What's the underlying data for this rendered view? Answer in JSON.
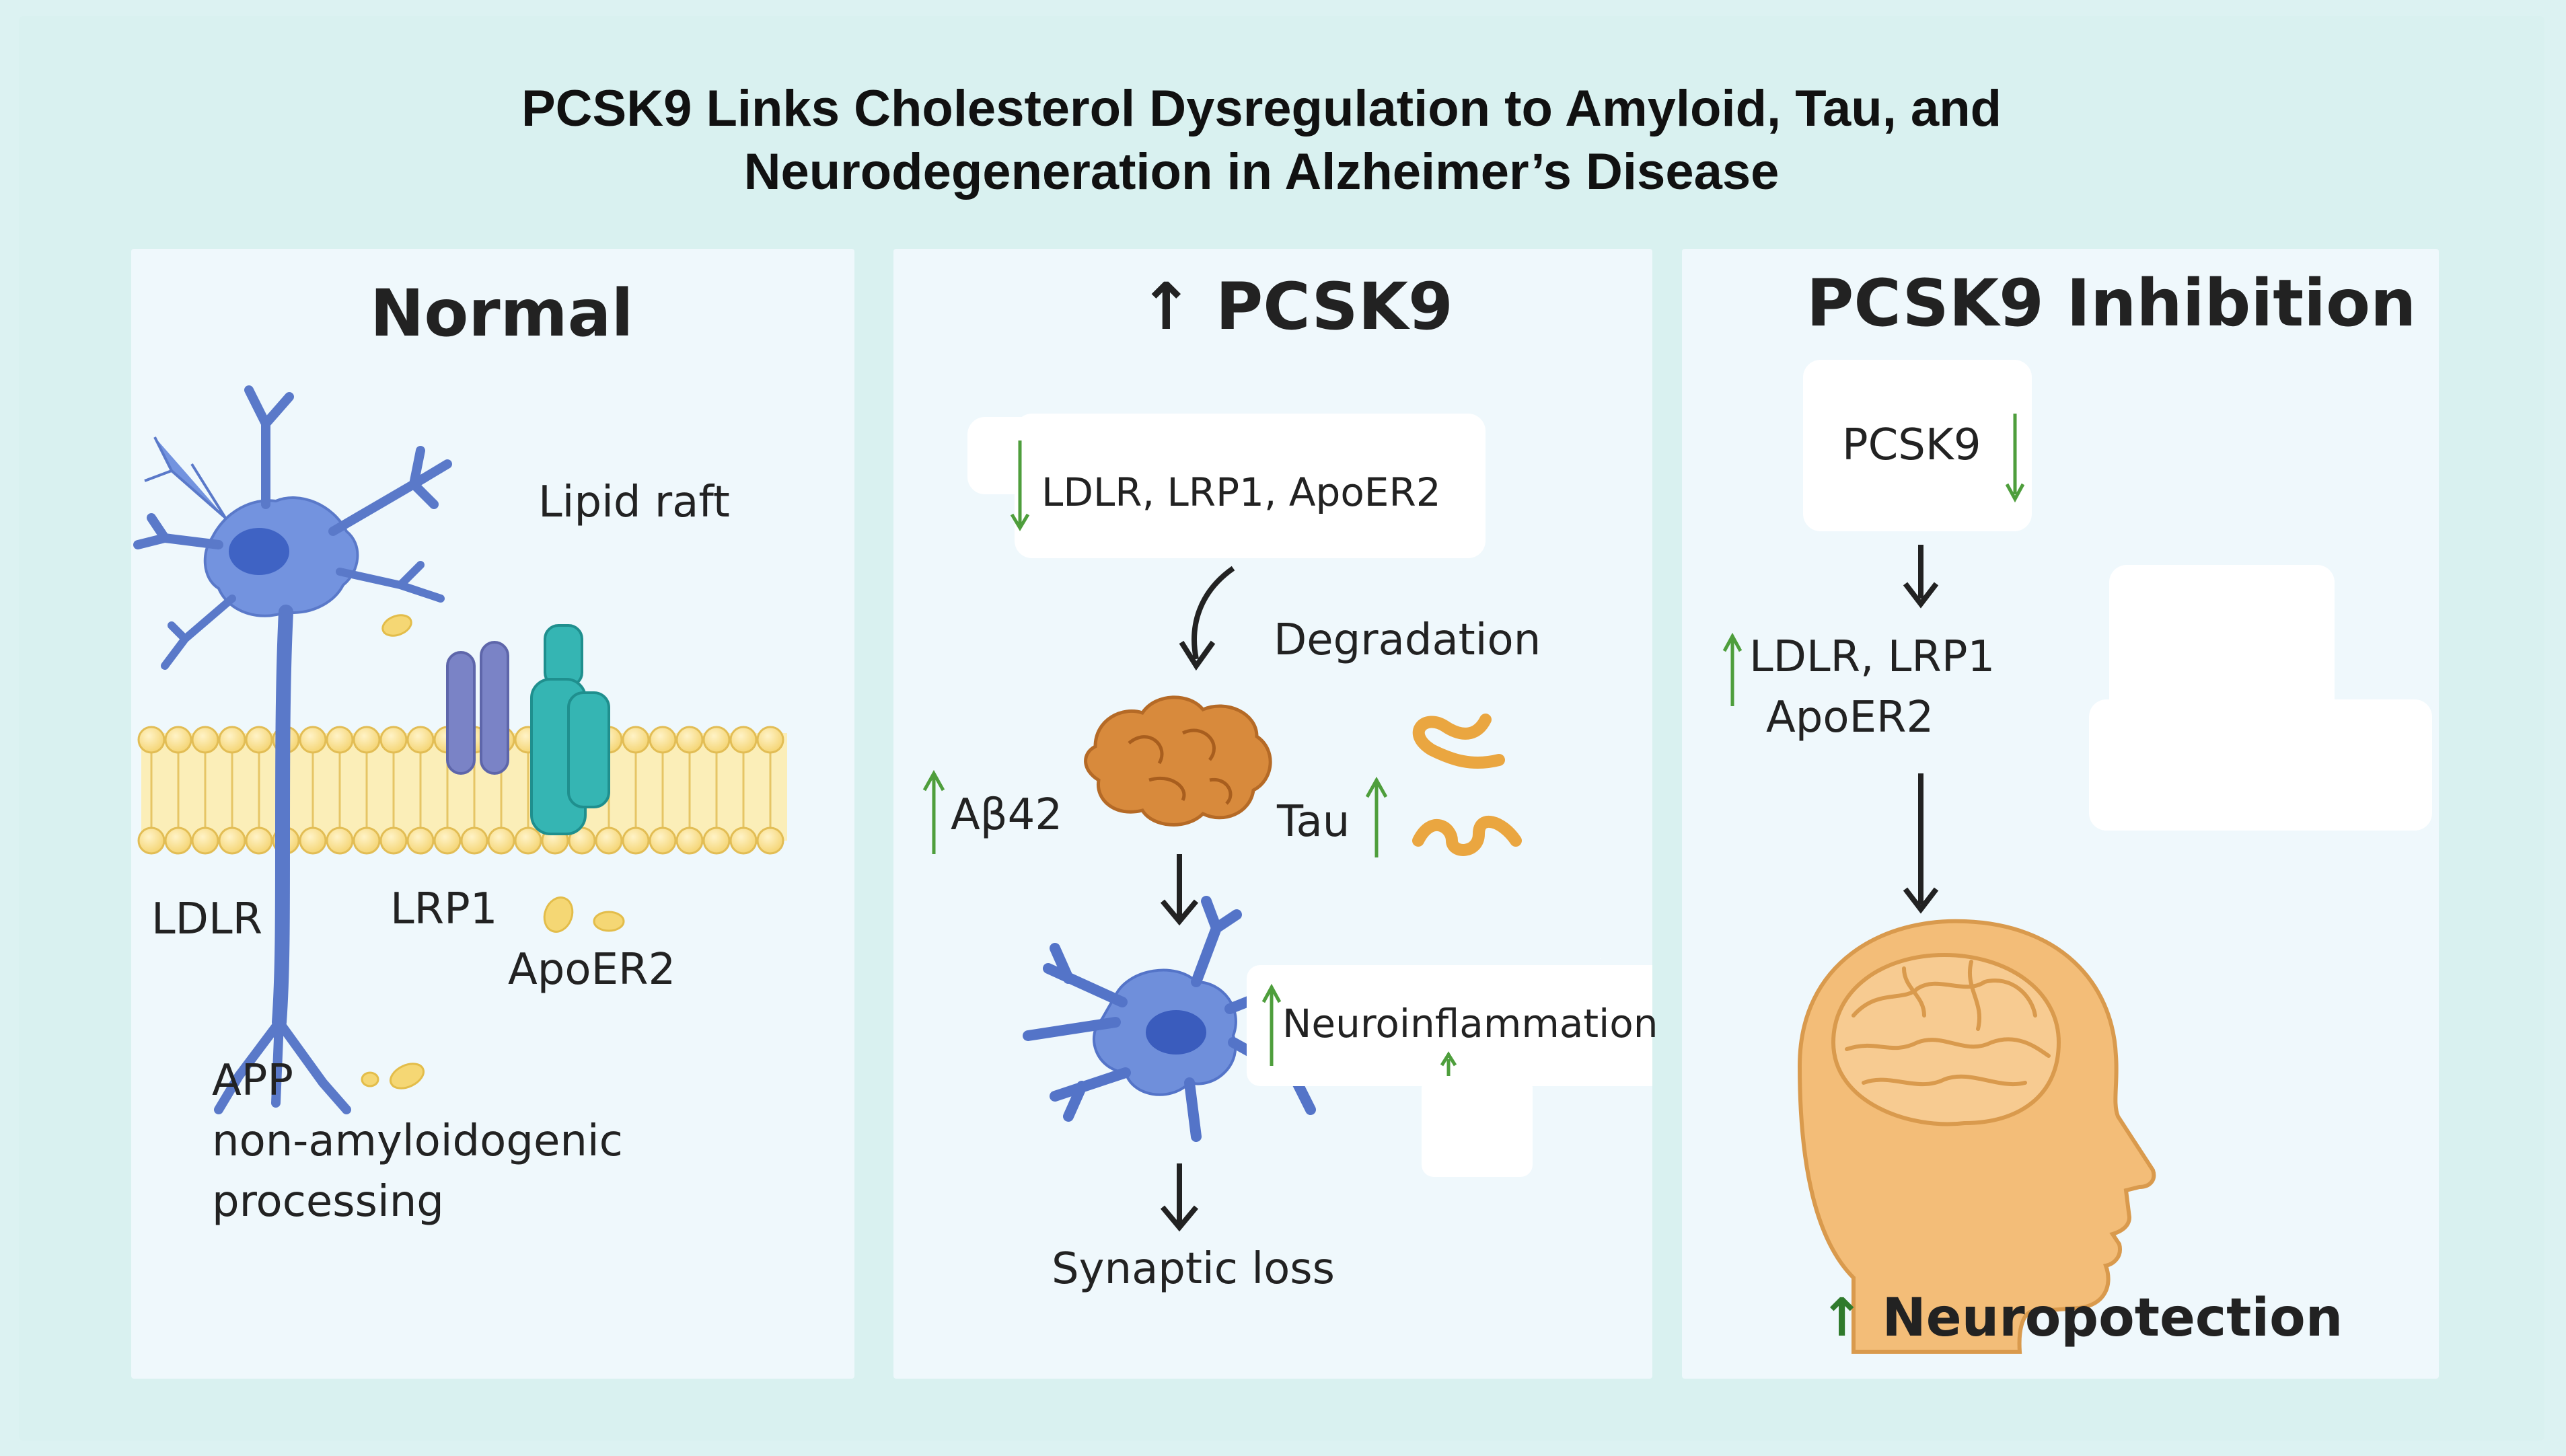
{
  "title": {
    "line1": "PCSK9 Links Cholesterol Dysregulation to Amyloid, Tau, and",
    "line2": "Neurodegeneration in Alzheimer’s Disease"
  },
  "panel_normal": {
    "title": "Normal",
    "lipid_raft": "Lipid raft",
    "ldlr": "LDLR",
    "lrp1": "LRP1",
    "apoer2": "ApoER2",
    "app": "APP",
    "non_amyloid": "non-amyloidogenic",
    "processing": "processing"
  },
  "panel_pcsk9": {
    "title_arrow": "↑",
    "title": "PCSK9",
    "receptors": "LDLR, LRP1, ApoER2",
    "degradation": "Degradation",
    "abeta": "Aβ42",
    "tau": "Tau",
    "neuroinflammation": "Neuroinflammation",
    "synaptic_loss": "Synaptic loss"
  },
  "panel_inhibition": {
    "title": "PCSK9 Inhibition",
    "pcsk9": "PCSK9",
    "receptors_line1": "LDLR, LRP1",
    "receptors_line2": "ApoER2",
    "outcome_arrow": "↑",
    "outcome": "Neuropotection"
  },
  "colors": {
    "background": "#d9f1f0",
    "panel": "#eff8fc",
    "neuron": "#6f8fdb",
    "membrane": "#f7dc86",
    "protein_teal": "#32b3b1",
    "protein_purple": "#7d85c8",
    "aggregate": "#d98b3e",
    "tau": "#eaa640",
    "head": "#f2bb77",
    "green_arrow": "#4e9e3c"
  }
}
